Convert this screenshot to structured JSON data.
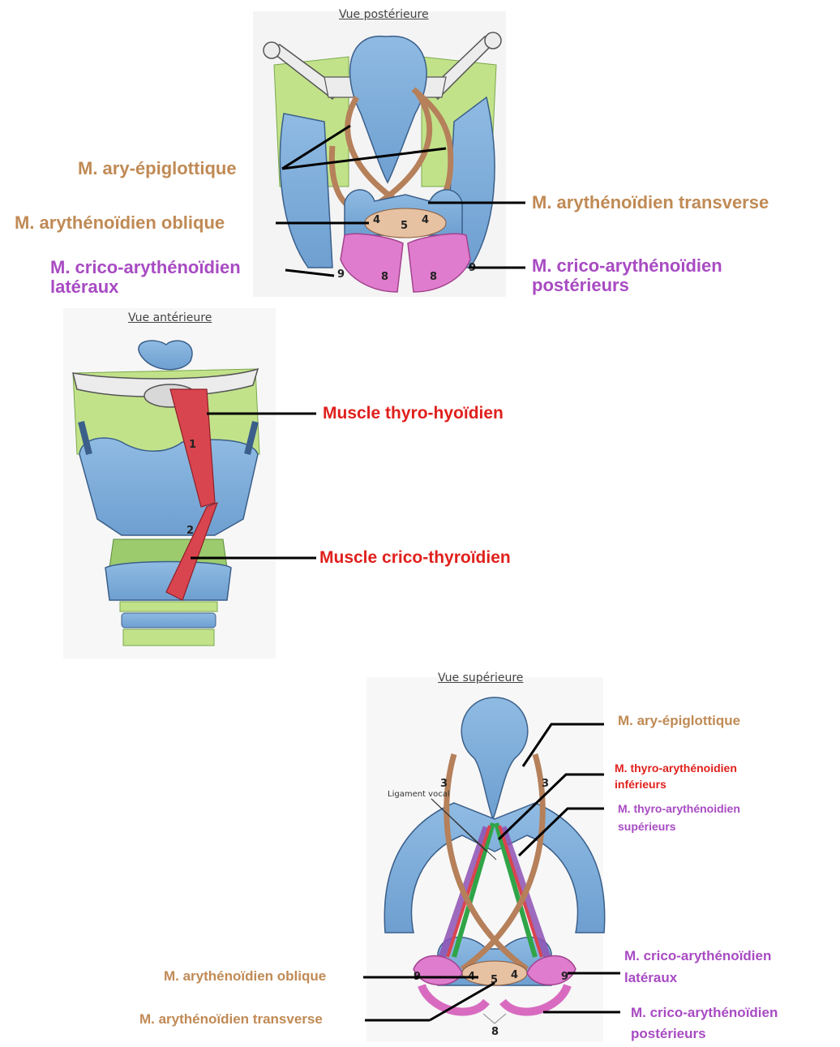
{
  "views": {
    "posterior": {
      "title": "Vue postérieure",
      "labels": {
        "ary_epiglottique": "M. ary-épiglottique",
        "aryth_oblique": "M. arythénoïdien oblique",
        "aryth_transverse": "M. arythénoïdien transverse",
        "crico_lat": "M. crico-arythénoïdien latéraux",
        "crico_post": "M. crico-arythénoïdien postérieurs"
      },
      "numbers": [
        "4",
        "5",
        "4",
        "9",
        "8",
        "8",
        "9"
      ]
    },
    "anterior": {
      "title": "Vue antérieure",
      "labels": {
        "thyro_hyoidien": "Muscle thyro-hyoïdien",
        "crico_thyroidien": "Muscle crico-thyroïdien"
      },
      "numbers": [
        "1",
        "2"
      ]
    },
    "superior": {
      "title": "Vue supérieure",
      "ligament": "Ligament vocal",
      "labels": {
        "ary_epiglottique": "M. ary-épiglottique",
        "thyro_aryth_inf_1": "M. thyro-arythénoidien",
        "thyro_aryth_inf_2": "inférieurs",
        "thyro_aryth_sup_1": "M. thyro-arythénoidien",
        "thyro_aryth_sup_2": "supérieurs",
        "crico_lat_1": "M. crico-arythénoïdien",
        "crico_lat_2": "latéraux",
        "crico_post_1": "M. crico-arythénoïdien",
        "crico_post_2": "postérieurs",
        "aryth_oblique": "M. arythénoïdien oblique",
        "aryth_transverse": "M. arythénoïdien transverse"
      },
      "numbers": [
        "3",
        "3",
        "4",
        "4",
        "5",
        "9",
        "9",
        "8"
      ]
    }
  },
  "colors": {
    "brown_label": "#c08a55",
    "red_label": "#e0201c",
    "purple_label": "#a84bc3",
    "cartilage_blue": "#7fb0dc",
    "membrane_green": "#b5dc7a",
    "muscle_red": "#d9454f",
    "muscle_brown": "#b5805a",
    "muscle_pink": "#d86bc0"
  }
}
